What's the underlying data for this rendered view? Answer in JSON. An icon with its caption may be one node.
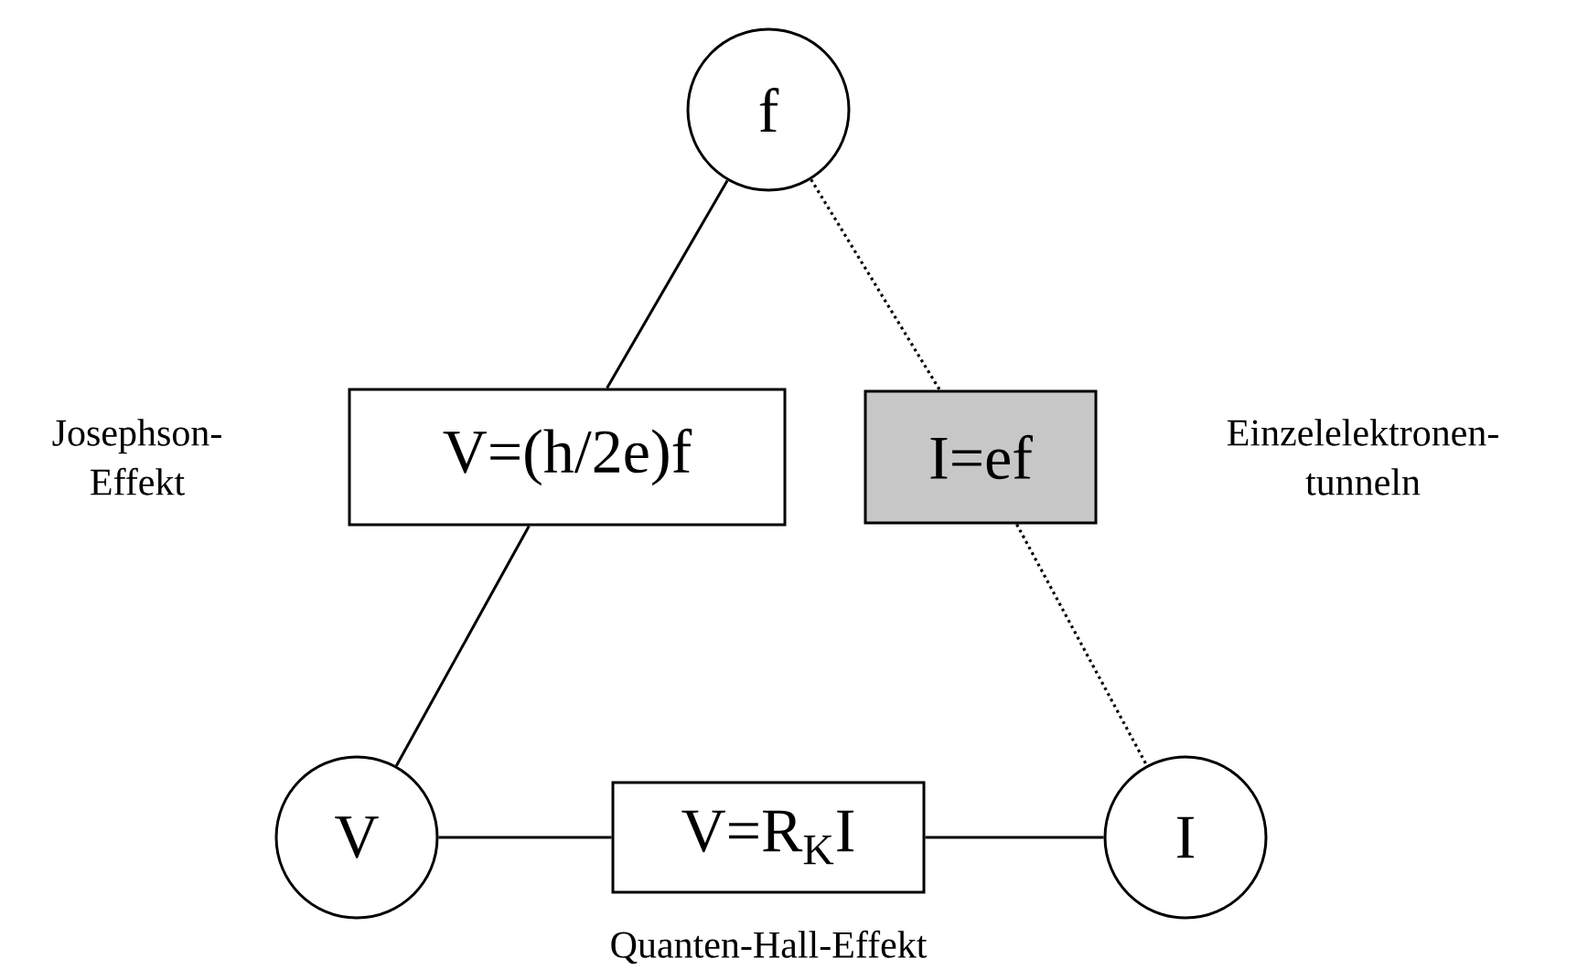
{
  "diagram": {
    "nodes": [
      {
        "text": [
          "f"
        ]
      },
      {
        "text": [
          "V=(h/2e)f"
        ],
        "beside": [
          "Josephson- Effekt"
        ]
      },
      {
        "text": [
          "I=ef"
        ],
        "beside": [
          "Einzelelektronen- tunneln"
        ]
      },
      {
        "text": [
          "V"
        ]
      },
      {
        "text": [
          "V=R$_{K}$I"
        ],
        "beside": [
          "Quanten-Hall-Effekt"
        ]
      },
      {
        "text": [
          "I"
        ]
      }
    ],
    "edges": [
      {
        "from": 0,
        "to": 1,
        "arrow": "none"
      },
      {
        "from": 1,
        "to": 3,
        "arrow": "none"
      },
      {
        "from": 0,
        "to": 2,
        "arrow": "none",
        "style": "dashed"
      },
      {
        "from": 2,
        "to": 5,
        "arrow": "none",
        "style": "dashed"
      },
      {
        "from": 3,
        "to": 4,
        "arrow": "none"
      },
      {
        "from": 4,
        "to": 5,
        "arrow": "none"
      }
    ]
  }
}
